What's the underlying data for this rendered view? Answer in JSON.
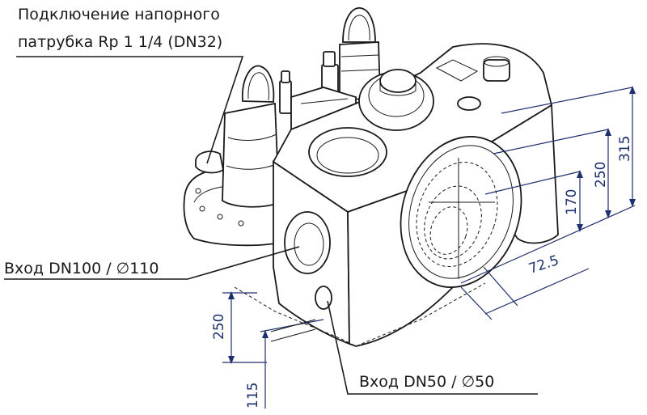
{
  "labels": {
    "discharge_line1": "Подключение напорного",
    "discharge_line2": "патрубка Rp 1 1/4 (DN32)",
    "inlet_dn100": "Вход DN100 / ∅110",
    "inlet_dn50": "Вход DN50 / ∅50"
  },
  "dimensions": {
    "d315": "315",
    "d250_right": "250",
    "d170": "170",
    "d72_5": "72.5",
    "d250_left": "250",
    "d115": "115"
  },
  "colors": {
    "dimension": "#1e2f6e",
    "line": "#1a1a1a"
  }
}
